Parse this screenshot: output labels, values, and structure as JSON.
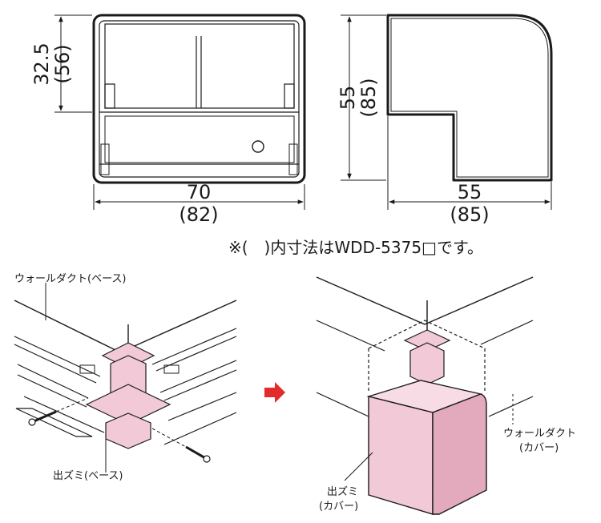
{
  "top_left_view": {
    "height_dim": "32.5",
    "height_dim_alt": "(56)",
    "width_dim": "70",
    "width_dim_alt": "(82)"
  },
  "top_right_view": {
    "height_dim": "55",
    "height_dim_alt": "(85)",
    "width_dim": "55",
    "width_dim_alt": "(85)"
  },
  "note": "※(　)内寸法はWDD-5375□です。",
  "left_illustration": {
    "label_duct_base": "ウォールダクト(ベース)",
    "label_corner_base": "出ズミ(ベース)"
  },
  "right_illustration": {
    "label_duct_cover_1": "ウォールダクト",
    "label_duct_cover_2": "(カバー)",
    "label_corner_cover_1": "出ズミ",
    "label_corner_cover_2": "(カバー)"
  },
  "colors": {
    "pink": "#f2c9d6",
    "pink_dark": "#e3a9bd",
    "arrow_red": "#e32b2b",
    "line": "#1a1a1a"
  }
}
